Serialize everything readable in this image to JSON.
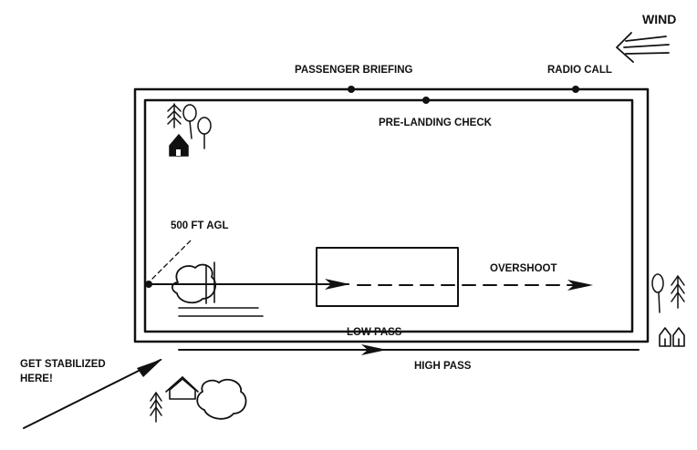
{
  "labels": {
    "wind": "WIND",
    "passenger_briefing": "PASSENGER BRIEFING",
    "radio_call": "RADIO CALL",
    "pre_landing_check": "PRE-LANDING CHECK",
    "agl_500": "500 FT AGL",
    "overshoot": "OVERSHOOT",
    "low_pass": "LOW PASS",
    "high_pass": "HIGH PASS",
    "get_stabilized_line1": "GET STABILIZED",
    "get_stabilized_line2": "HERE!"
  },
  "colors": {
    "ink": "#111111",
    "background": "#ffffff"
  },
  "icons": [
    "wind-arrow-icon",
    "tree-icon",
    "house-icon",
    "bush-icon"
  ]
}
